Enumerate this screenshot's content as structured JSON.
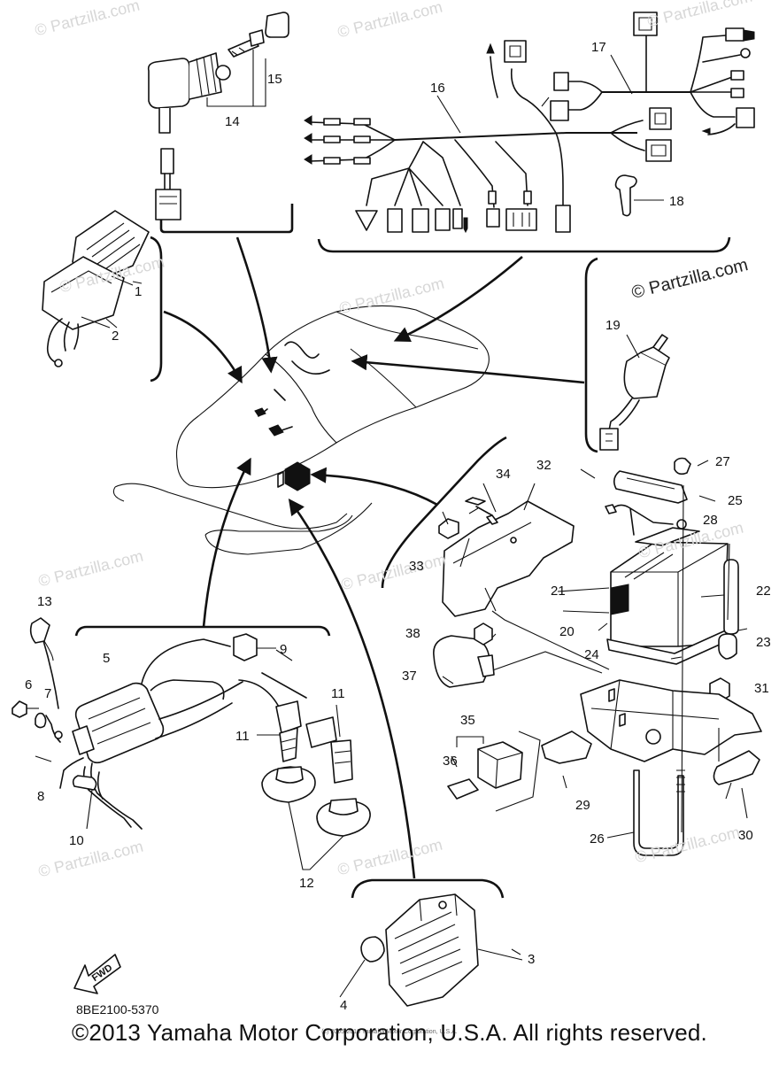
{
  "watermark": "© Partzilla.com",
  "callouts": [
    "1",
    "2",
    "3",
    "4",
    "5",
    "6",
    "7",
    "8",
    "9",
    "10",
    "11",
    "11",
    "12",
    "13",
    "14",
    "15",
    "16",
    "17",
    "18",
    "19",
    "20",
    "21",
    "22",
    "23",
    "24",
    "25",
    "26",
    "27",
    "28",
    "29",
    "30",
    "31",
    "32",
    "33",
    "34",
    "35",
    "36",
    "37",
    "38"
  ],
  "fwd_label": "FWD",
  "diagram_code": "8BE2100-5370",
  "small_print": "(c) 2005-2016 Yamaha Motor Corporation, U.S.A.",
  "copyright": "©2013 Yamaha Motor Corporation, U.S.A. All rights reserved."
}
